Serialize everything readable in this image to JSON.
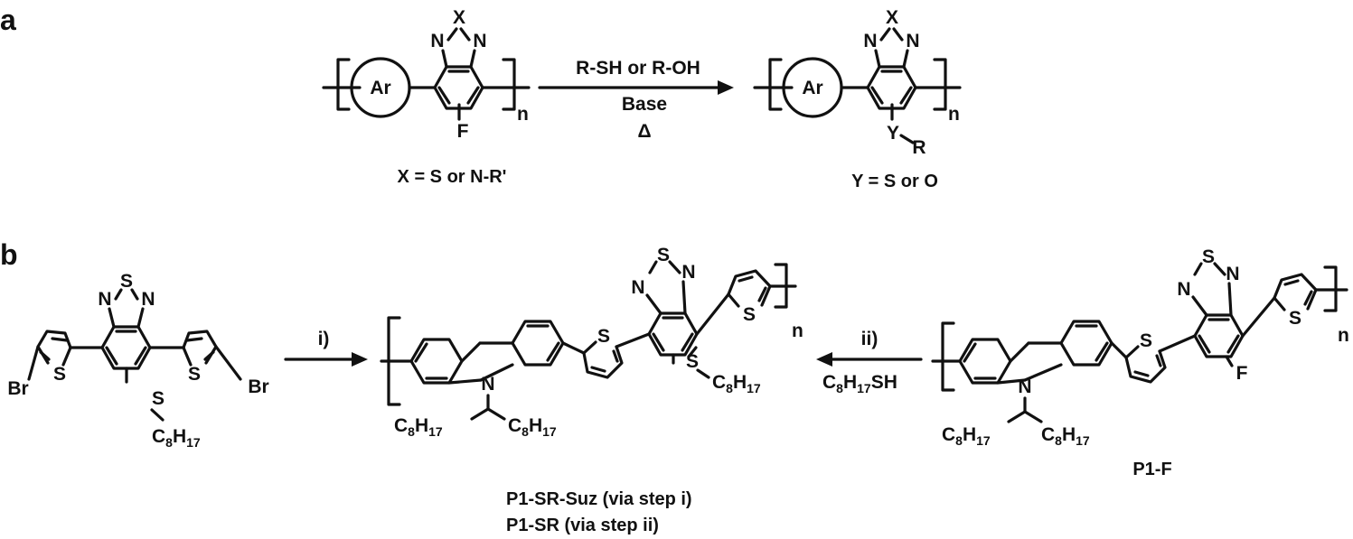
{
  "panels": [
    {
      "label": "a"
    },
    {
      "label": "b"
    }
  ],
  "panel_a": {
    "ar_label": "Ar",
    "x_atom": "X",
    "n_atom": "N",
    "f_atom": "F",
    "repeat_n": "n",
    "y_atom": "Y",
    "r_group": "R",
    "reagent_top": "R-SH or R-OH",
    "reagent_middle": "Base",
    "reagent_bottom": "Δ",
    "caption_left": "X = S or N-R'",
    "caption_right": "Y = S or O"
  },
  "panel_b": {
    "s_atom": "S",
    "n_atom": "N",
    "br_atom": "Br",
    "f_atom": "F",
    "octyl_c": "C",
    "octyl_c_sub": "8",
    "octyl_h": "H",
    "octyl_h_sub": "17",
    "repeat_n": "n",
    "step_i": "i)",
    "step_ii": "ii)",
    "step_ii_reagent_c": "C",
    "step_ii_reagent_c_sub": "8",
    "step_ii_reagent_h": "H",
    "step_ii_reagent_h_sub": "17",
    "step_ii_reagent_sh": "SH",
    "caption_product_1": "P1-SR-Suz (via step i)",
    "caption_product_2": "P1-SR (via step ii)",
    "caption_right": "P1-F"
  }
}
